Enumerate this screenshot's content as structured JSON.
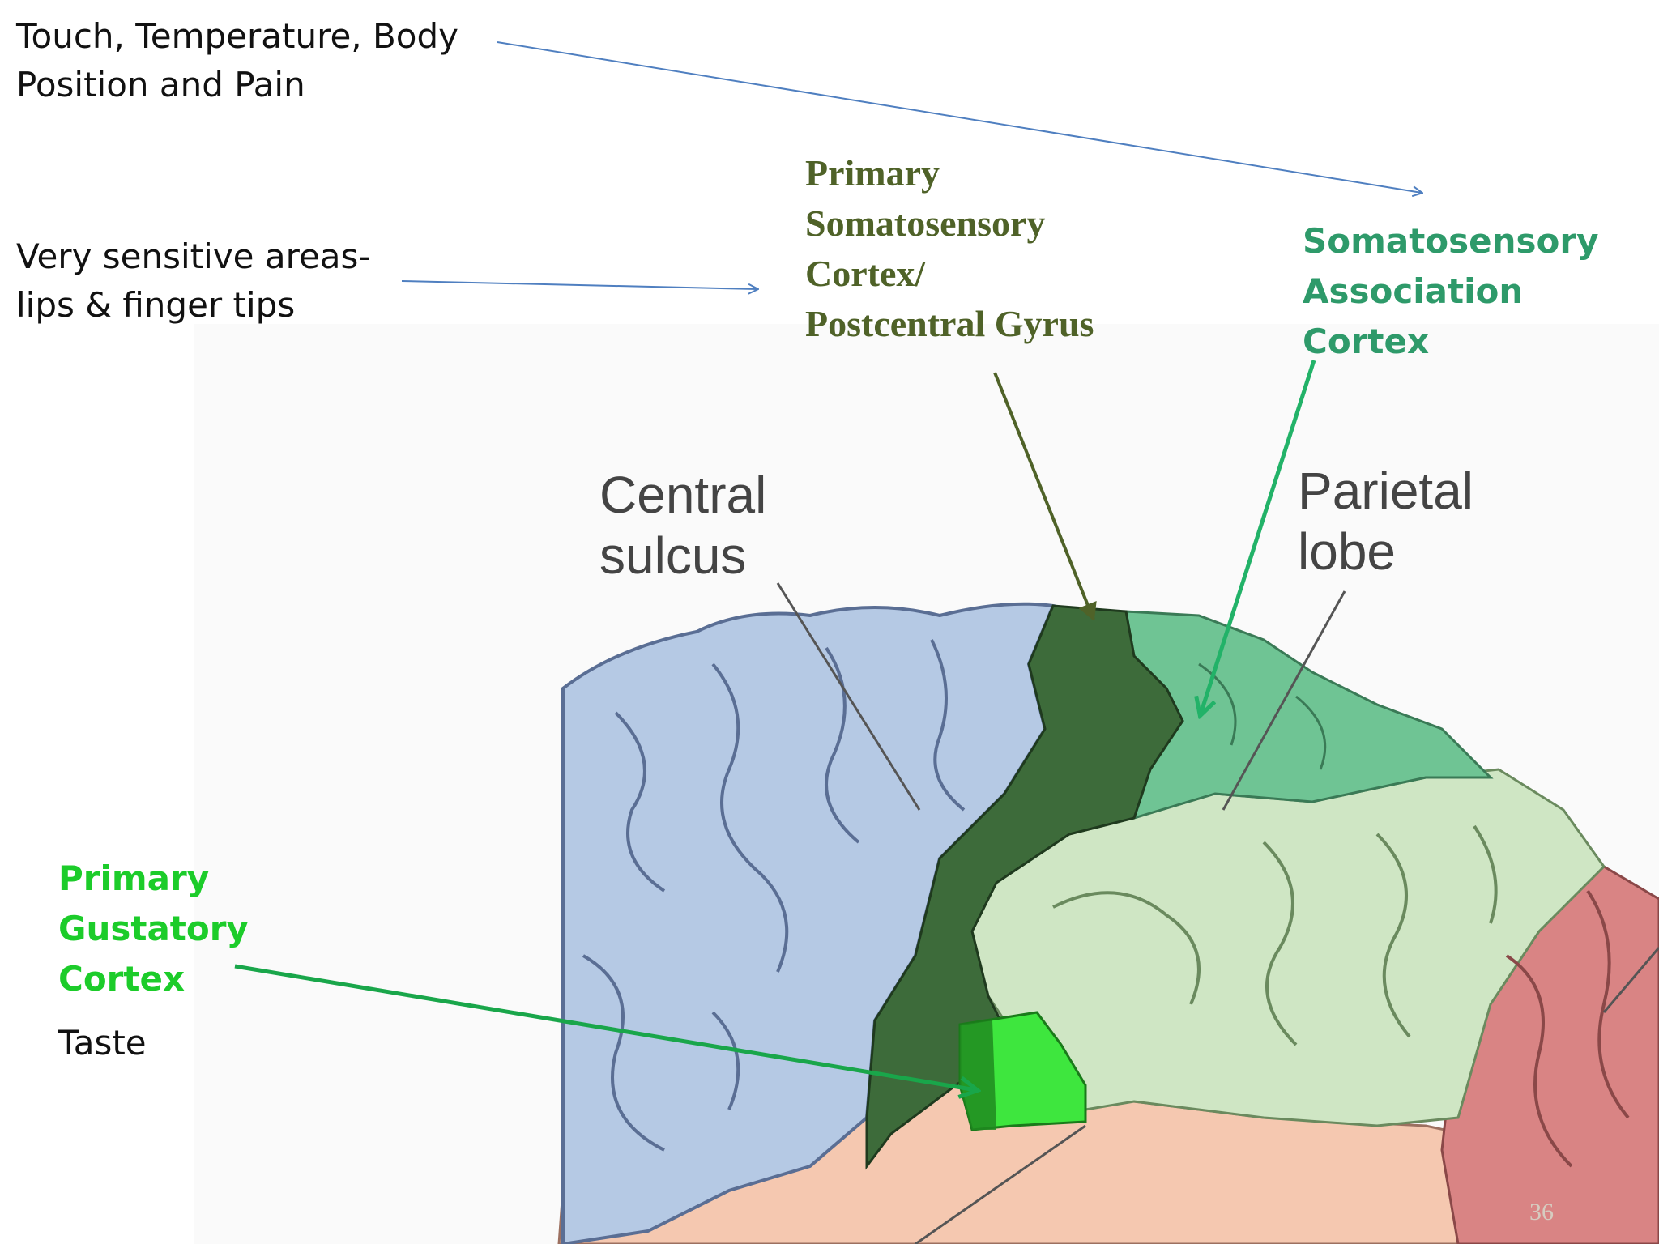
{
  "labels": {
    "touch_line1": "Touch, Temperature, Body",
    "touch_line2": "Position and Pain",
    "sensitive_line1": "Very  sensitive  areas-",
    "sensitive_line2": "lips & finger tips",
    "primary_soma_line1": "Primary",
    "primary_soma_line2": "Somatosensory",
    "primary_soma_line3": "Cortex/",
    "primary_soma_line4": "Postcentral Gyrus",
    "assoc_line1": "Somatosensory",
    "assoc_line2": "Association",
    "assoc_line3": "Cortex",
    "central_line1": "Central",
    "central_line2": "sulcus",
    "parietal_line1": "Parietal",
    "parietal_line2": "lobe",
    "gustatory_line1": "Primary",
    "gustatory_line2": "Gustatory",
    "gustatory_line3": "Cortex",
    "taste": "Taste",
    "page_number": "36"
  },
  "colors": {
    "arrow_blue": "#4f7fc0",
    "arrow_olive": "#4f6228",
    "arrow_teal": "#22b268",
    "arrow_green": "#19a64a",
    "frontal_blue": "#b5c9e4",
    "postcentral_dark_green": "#3d6b3a",
    "association_teal": "#6fc494",
    "parietal_pale_green": "#cfe6c4",
    "occipital_red": "#d98484",
    "temporal_peach": "#f5c8b0",
    "gustatory_bright_green": "#3ee63e"
  }
}
